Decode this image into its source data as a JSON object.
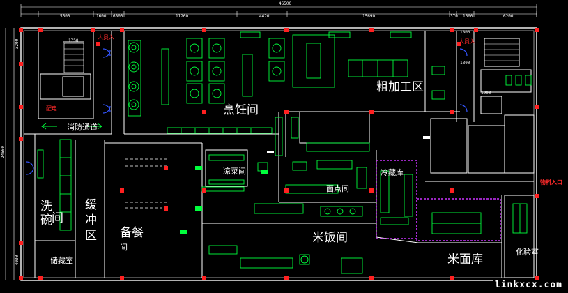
{
  "rooms": {
    "cooking": "烹饪间",
    "rough_processing": "粗加工区",
    "fire_passage": "消防通道",
    "cold_dish": "凉菜间",
    "pastry": "面点间",
    "cold_storage": "冷藏库",
    "dishwashing_1": "洗",
    "dishwashing_2": "碗",
    "dishwashing_3": "间",
    "buffer_1": "缓",
    "buffer_2": "冲",
    "buffer_3": "区",
    "serving_1": "备餐",
    "serving_2": "间",
    "rice": "米饭间",
    "rice_flour_store": "米面库",
    "storage": "储藏室",
    "lab": "化验室",
    "distribution": "配电",
    "staff_entrance_left": "人员入",
    "staff_entrance_right": "人员入",
    "goods_entrance": "物料入口"
  },
  "dimensions": {
    "total": "46500",
    "d1": "5600",
    "d2": "1600",
    "d3": "6800",
    "d4": "11260",
    "d5": "4420",
    "d6": "15690",
    "d7": "370",
    "d8": "1600",
    "d9": "6200",
    "left_total": "24500",
    "left_a": "3200",
    "left_b": "4000",
    "stair_left": "1750",
    "stair_right": "1800",
    "stair_right_b": "1800",
    "door_w": "1900"
  },
  "watermark": "linkxcx.com",
  "colors": {
    "background": "#000000",
    "wall": "#ffffff",
    "equipment": "#00ff3c",
    "grid_marker": "#ff2020",
    "partition": "#cc33ff",
    "door": "#3355ff",
    "note": "#ff2020"
  }
}
